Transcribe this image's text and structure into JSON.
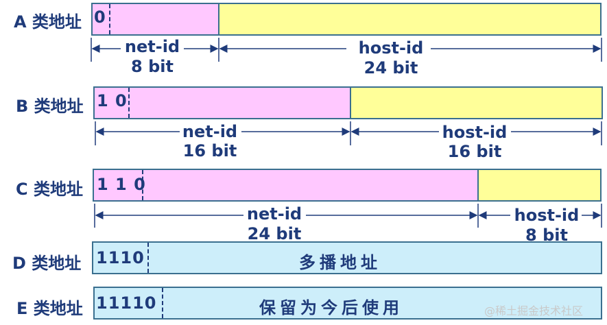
{
  "rows": [
    {
      "label": "A 类地址",
      "prefix": "0",
      "net_id": "net-id",
      "net_bits": "8 bit",
      "host_id": "host-id",
      "host_bits": "24 bit"
    },
    {
      "label": "B 类地址",
      "prefix": "1 0",
      "net_id": "net-id",
      "net_bits": "16 bit",
      "host_id": "host-id",
      "host_bits": "16 bit"
    },
    {
      "label": "C 类地址",
      "prefix": "1 1 0",
      "net_id": "net-id",
      "net_bits": "24 bit",
      "host_id": "host-id",
      "host_bits": "8 bit"
    },
    {
      "label": "D 类地址",
      "prefix": "1110",
      "text": "多播地址"
    },
    {
      "label": "E 类地址",
      "prefix": "11110",
      "text": "保留为今后使用"
    }
  ],
  "watermark": "@稀土掘金技术社区",
  "colors": {
    "net": "#ffc8ff",
    "host": "#ffff99",
    "special": "#cdeefa",
    "border": "#3a6f8f",
    "text": "#1f3b7a"
  }
}
